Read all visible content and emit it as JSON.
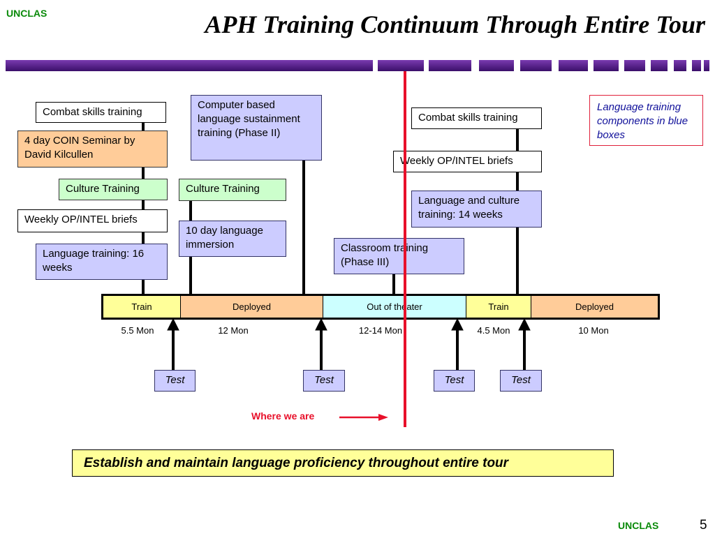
{
  "header": {
    "classification_top": "UNCLAS",
    "title": "APH Training Continuum Through Entire Tour"
  },
  "footer": {
    "classification_bottom": "UNCLAS",
    "page_number": "5"
  },
  "legend_note": "Language training components in blue boxes",
  "boxes": {
    "combat_skills_1": "Combat skills training",
    "coin_seminar": "4 day COIN Seminar by David Kilcullen",
    "culture_training_1": "Culture Training",
    "weekly_briefs_1": "Weekly OP/INTEL briefs",
    "language_training_16": "Language training: 16 weeks",
    "computer_based": "Computer based language sustainment training (Phase II)",
    "culture_training_2": "Culture Training",
    "language_immersion": "10 day language immersion",
    "classroom_training": "Classroom training (Phase III)",
    "combat_skills_2": "Combat skills training",
    "weekly_briefs_2": "Weekly OP/INTEL briefs",
    "language_culture_14": "Language and culture training: 14 weeks"
  },
  "timeline": {
    "segments": [
      {
        "label": "Train",
        "duration": "5.5 Mon",
        "color": "#ffff99"
      },
      {
        "label": "Deployed",
        "duration": "12 Mon",
        "color": "#ffcc99"
      },
      {
        "label": "Out of theater",
        "duration": "12-14 Mon",
        "color": "#ccffff"
      },
      {
        "label": "Train",
        "duration": "4.5 Mon",
        "color": "#ffff99"
      },
      {
        "label": "Deployed",
        "duration": "10 Mon",
        "color": "#ffcc99"
      }
    ]
  },
  "tests": [
    "Test",
    "Test",
    "Test",
    "Test"
  ],
  "current_position": {
    "label": "Where we are",
    "color": "#e8102a"
  },
  "bottom_banner": "Establish and maintain language proficiency throughout entire tour"
}
